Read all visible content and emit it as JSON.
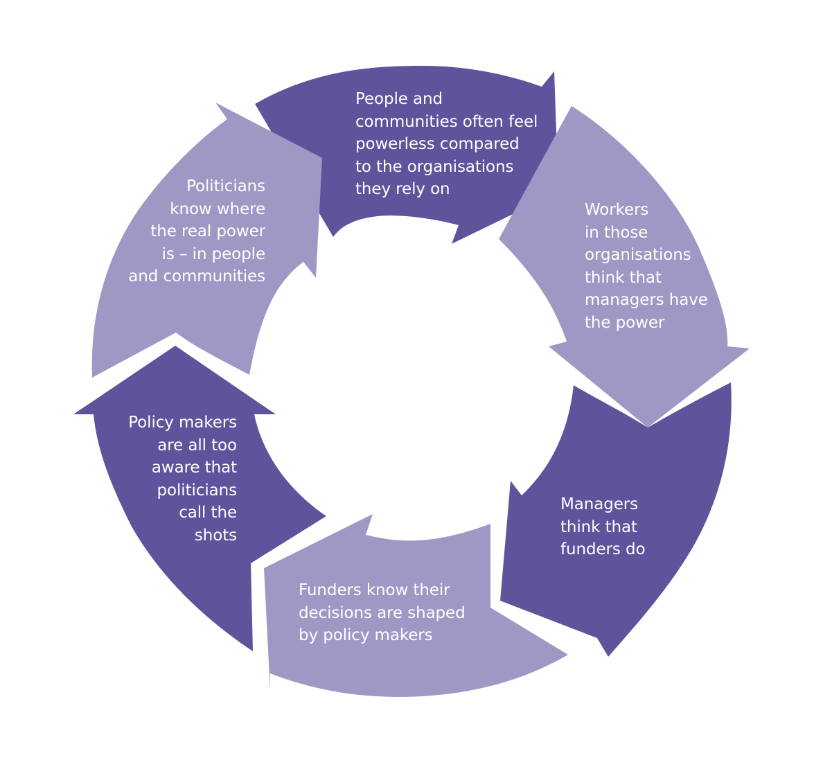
{
  "colors": {
    "dark": "#5f539c",
    "light": "#9f98c5",
    "text": "#ffffff",
    "background": "#ffffff"
  },
  "segments": [
    {
      "id": "people",
      "tone": "dark",
      "text": "People and\ncommunities often feel\npowerless compared\nto the organisations\nthey rely on"
    },
    {
      "id": "workers",
      "tone": "light",
      "text": "Workers\nin those\norganisations\nthink that\nmanagers have\nthe power"
    },
    {
      "id": "managers",
      "tone": "dark",
      "text": "Managers\nthink that\nfunders do"
    },
    {
      "id": "funders",
      "tone": "light",
      "text": "Funders know their\ndecisions are shaped\nby policy makers"
    },
    {
      "id": "policy",
      "tone": "dark",
      "text": "Policy makers\nare all too\naware that\npoliticians\ncall the\nshots"
    },
    {
      "id": "politicians",
      "tone": "light",
      "text": "Politicians\nknow where\nthe real power\nis – in people\nand communities"
    }
  ]
}
